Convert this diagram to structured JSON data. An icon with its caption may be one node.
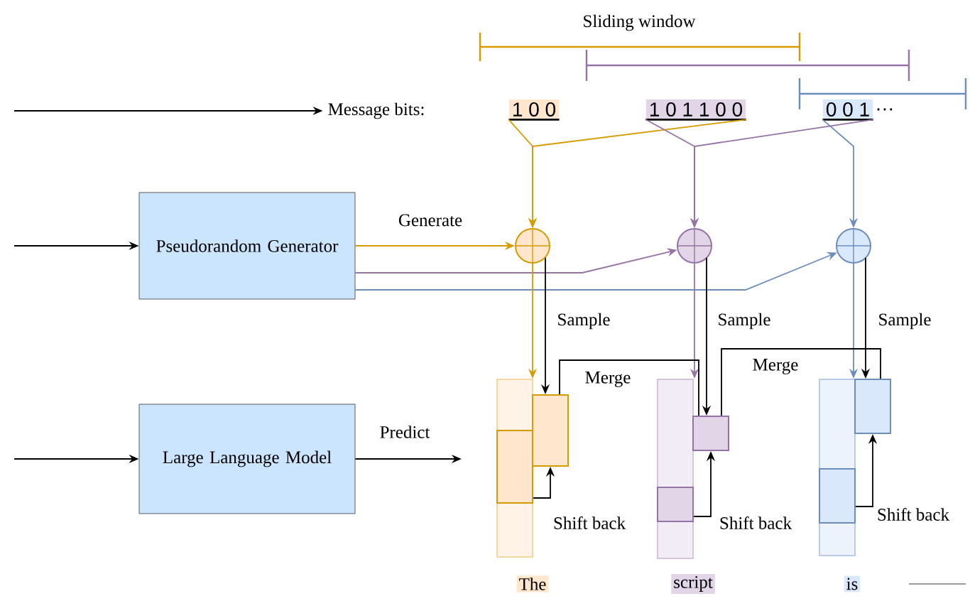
{
  "diagram": {
    "nodes": [
      {
        "text": [
          "Message bits:"
        ]
      },
      {
        "text": [
          "1 0 0"
        ]
      },
      {
        "text": [
          "1 0 1 1 0 0"
        ]
      },
      {
        "text": [
          "0 0 1"
        ],
        "beside": [
          "…"
        ]
      },
      {
        "text": [
          "Pseudorandom Generator"
        ]
      },
      {
        "text": [
          "Large Language Model"
        ]
      },
      {
        "text": [],
        "shape": "circle"
      },
      {
        "text": [],
        "shape": "circle"
      },
      {
        "text": [],
        "shape": "circle"
      },
      {
        "text": [],
        "shape": "bar"
      },
      {
        "text": [],
        "shape": "bar"
      },
      {
        "text": [],
        "shape": "bar"
      },
      {
        "text": [],
        "shape": "box",
        "in": 9
      },
      {
        "text": [],
        "shape": "box",
        "in": 10
      },
      {
        "text": [],
        "shape": "box",
        "in": 11
      },
      {
        "text": [],
        "shape": "box"
      },
      {
        "text": [],
        "shape": "box"
      },
      {
        "text": [],
        "shape": "box"
      },
      {
        "text": [
          "The"
        ]
      },
      {
        "text": [
          "script"
        ]
      },
      {
        "text": [
          "is"
        ]
      }
    ],
    "edges": [
      {
        "from": null,
        "to": 0,
        "arrow": "to"
      },
      {
        "from": null,
        "to": 4,
        "arrow": "to"
      },
      {
        "from": null,
        "to": 5,
        "arrow": "to"
      },
      {
        "from": 5,
        "to": null,
        "arrow": "to",
        "label": "Predict"
      },
      {
        "from": 4,
        "to": 6,
        "arrow": "to",
        "label": "Generate",
        "color": "#d79b00"
      },
      {
        "from": 4,
        "to": 7,
        "arrow": "to",
        "color": "#9673a6"
      },
      {
        "from": 4,
        "to": 8,
        "arrow": "to",
        "color": "#6c8ebf"
      },
      {
        "from": 1,
        "to": 6,
        "arrow": "to",
        "color": "#d79b00"
      },
      {
        "from": 2,
        "to": 6,
        "arrow": "to",
        "color": "#d79b00"
      },
      {
        "from": 2,
        "to": 7,
        "arrow": "to",
        "color": "#9673a6"
      },
      {
        "from": 3,
        "to": 7,
        "arrow": "to",
        "color": "#9673a6"
      },
      {
        "from": 3,
        "to": 8,
        "arrow": "to",
        "color": "#6c8ebf"
      },
      {
        "from": 6,
        "to": 9,
        "arrow": "to",
        "color": "#d79b00"
      },
      {
        "from": 7,
        "to": 10,
        "arrow": "to",
        "color": "#9673a6"
      },
      {
        "from": 8,
        "to": 11,
        "arrow": "to",
        "color": "#6c8ebf"
      },
      {
        "from": 6,
        "to": 15,
        "arrow": "to",
        "label": "Sample"
      },
      {
        "from": 7,
        "to": 16,
        "arrow": "to",
        "label": "Sample"
      },
      {
        "from": 8,
        "to": 17,
        "arrow": "to",
        "label": "Sample"
      },
      {
        "from": 15,
        "to": 16,
        "arrow": "none",
        "label": "Merge"
      },
      {
        "from": 16,
        "to": 17,
        "arrow": "none",
        "label": "Merge"
      },
      {
        "from": 12,
        "to": 15,
        "arrow": "to",
        "label": "Shift back"
      },
      {
        "from": 13,
        "to": 16,
        "arrow": "to",
        "label": "Shift back"
      },
      {
        "from": 14,
        "to": 17,
        "arrow": "to",
        "label": "Shift back"
      }
    ],
    "labels": [
      "Sliding window"
    ]
  }
}
